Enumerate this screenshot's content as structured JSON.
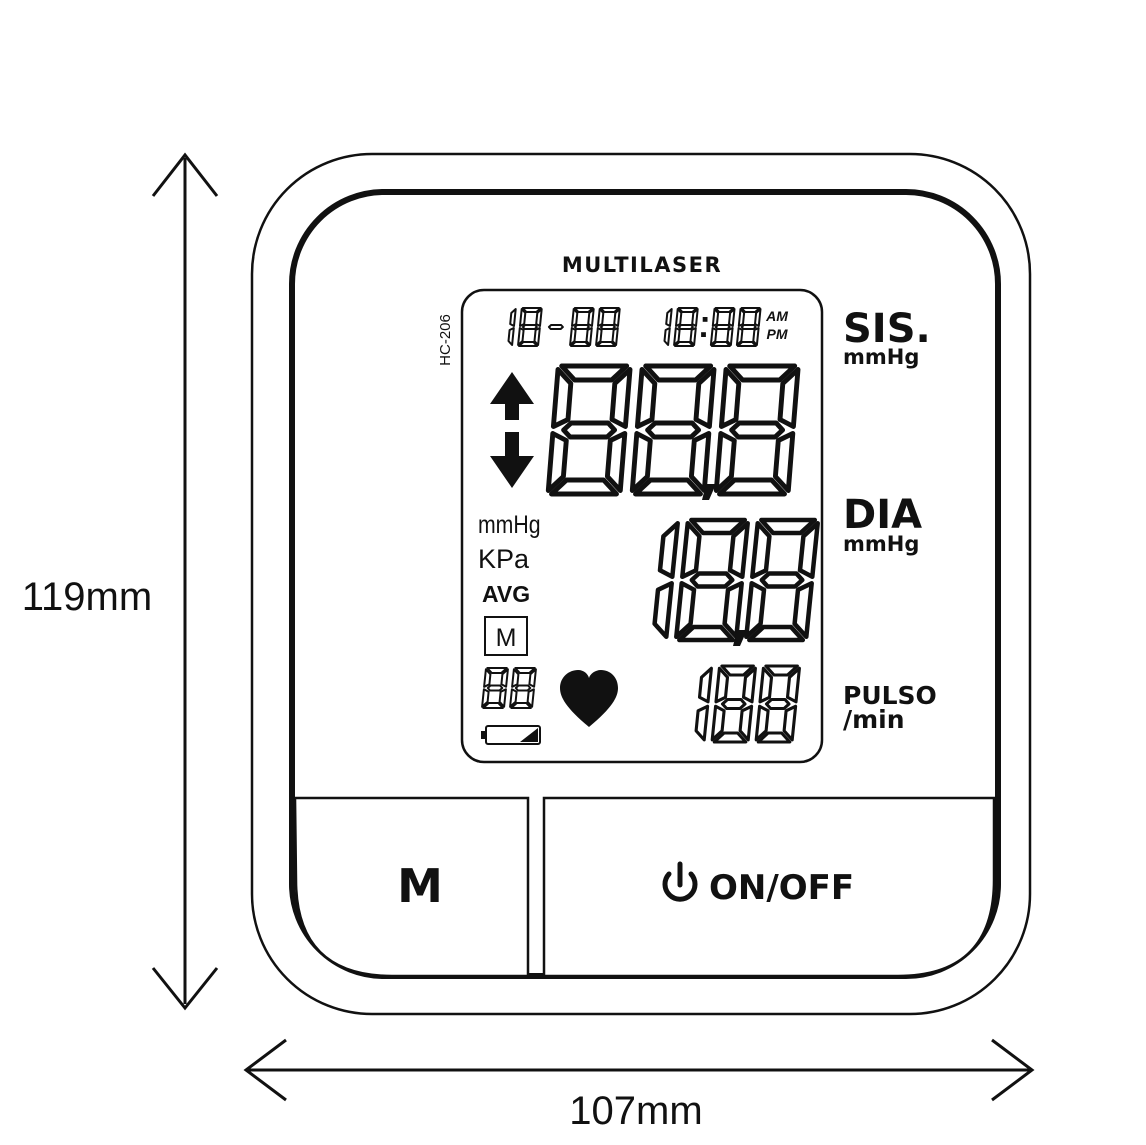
{
  "dimensions": {
    "height_label": "119mm",
    "width_label": "107mm"
  },
  "device": {
    "brand": "MULTILASER",
    "model": "HC-206",
    "side_labels": {
      "systolic": {
        "title": "SIS.",
        "unit": "mmHg"
      },
      "diastolic": {
        "title": "DIA",
        "unit": "mmHg"
      },
      "pulse": {
        "title": "PULSO",
        "unit": "/min"
      }
    },
    "lcd": {
      "date_display": "18-88",
      "time_display": "18:88",
      "am_label": "AM",
      "pm_label": "PM",
      "systolic_digits": "888",
      "diastolic_digits": "188",
      "pulse_digits": "188",
      "memory_digits": "88",
      "unit_mmhg": "mmHg",
      "unit_kpa": "KPa",
      "avg_label": "AVG",
      "memory_box_label": "M"
    },
    "buttons": {
      "memory": "M",
      "power": "ON/OFF"
    },
    "icons": [
      "arrow-up-icon",
      "arrow-down-icon",
      "heart-icon",
      "battery-icon",
      "power-icon"
    ]
  }
}
